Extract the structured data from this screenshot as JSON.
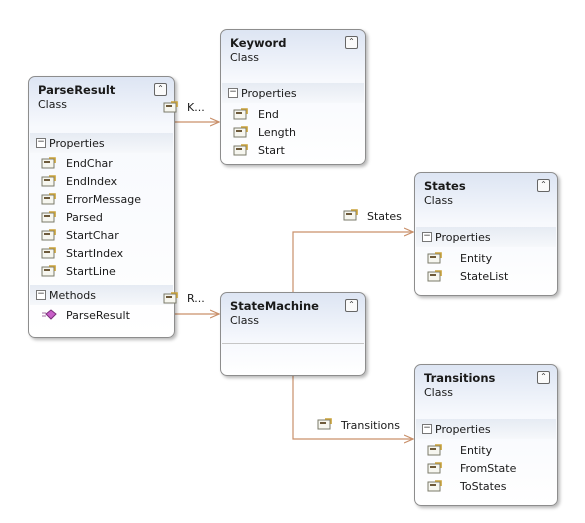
{
  "classes": {
    "parse_result": {
      "name": "ParseResult",
      "stereotype": "Class",
      "properties_header": "Properties",
      "properties": [
        "EndChar",
        "EndIndex",
        "ErrorMessage",
        "Parsed",
        "StartChar",
        "StartIndex",
        "StartLine"
      ],
      "methods_header": "Methods",
      "methods": [
        "ParseResult"
      ]
    },
    "keyword": {
      "name": "Keyword",
      "stereotype": "Class",
      "properties_header": "Properties",
      "properties": [
        "End",
        "Length",
        "Start"
      ]
    },
    "states": {
      "name": "States",
      "stereotype": "Class",
      "properties_header": "Properties",
      "properties": [
        "Entity",
        "StateList"
      ]
    },
    "state_machine": {
      "name": "StateMachine",
      "stereotype": "Class"
    },
    "transitions": {
      "name": "Transitions",
      "stereotype": "Class",
      "properties_header": "Properties",
      "properties": [
        "Entity",
        "FromState",
        "ToStates"
      ]
    }
  },
  "associations": {
    "keyword_label": "K...",
    "states_label": "States",
    "statemachine_label": "R...",
    "transitions_label": "Transitions"
  },
  "icons": {
    "collapse": "chevron-up-icon",
    "property": "property-icon",
    "method": "method-icon"
  },
  "colors": {
    "connector": "#c9906a",
    "header_gradient": "#dde5f3",
    "border": "#8d8d8d"
  }
}
